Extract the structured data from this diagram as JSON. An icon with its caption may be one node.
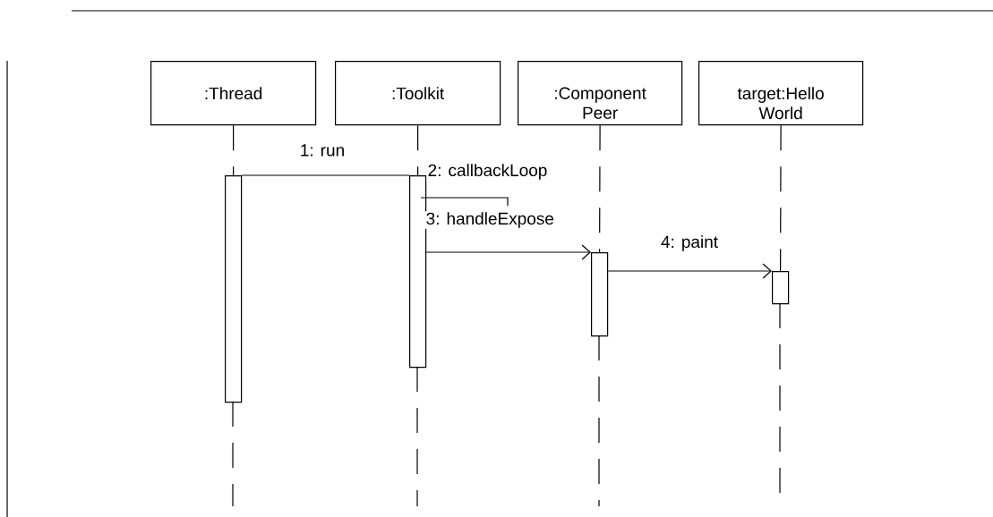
{
  "diagram": {
    "nodes": [
      {
        "text": [
          ":Thread"
        ]
      },
      {
        "text": [
          ":Toolkit"
        ]
      },
      {
        "text": [
          ":Component Peer"
        ]
      },
      {
        "text": [
          "target:Hello World"
        ]
      },
      {
        "text": [],
        "shape": "bar"
      },
      {
        "text": [],
        "shape": "bar"
      },
      {
        "text": [],
        "shape": "bar"
      },
      {
        "text": [],
        "shape": "bar"
      }
    ],
    "edges": [
      {
        "from": 0,
        "to": 4,
        "arrow": "none",
        "style": "dashed"
      },
      {
        "from": 1,
        "to": 5,
        "arrow": "none",
        "style": "dashed"
      },
      {
        "from": 2,
        "to": 6,
        "arrow": "none",
        "style": "dashed"
      },
      {
        "from": 3,
        "to": 7,
        "arrow": "none",
        "style": "dashed"
      },
      {
        "from": 4,
        "to": 5,
        "arrow": "none",
        "label": "2: callbackLoop"
      },
      {
        "from": 5,
        "to": 6,
        "arrow": "to",
        "label": "3: handleExpose"
      },
      {
        "from": 6,
        "to": 7,
        "arrow": "to",
        "label": "4: paint"
      }
    ],
    "labels": [
      "1: run"
    ]
  }
}
